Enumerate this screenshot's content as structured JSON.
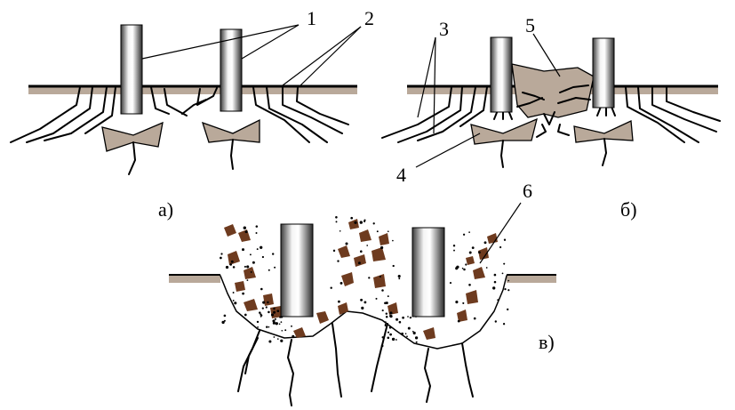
{
  "labels": {
    "a": "а)",
    "b": "б)",
    "v": "в)",
    "n1": "1",
    "n2": "2",
    "n3": "3",
    "n4": "4",
    "n5": "5",
    "n6": "6"
  },
  "colors": {
    "ground": "#b9a99a",
    "rock": "#6e3b1f",
    "line": "#000000"
  }
}
